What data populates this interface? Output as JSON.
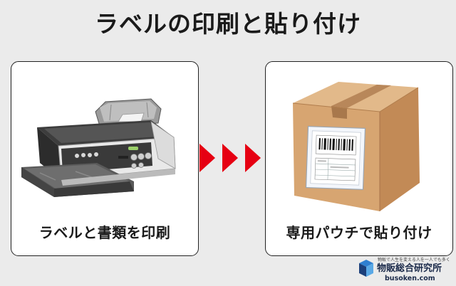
{
  "title": "ラベルの印刷と貼り付け",
  "steps": [
    {
      "caption": "ラベルと書類を印刷",
      "icon": "printer-icon"
    },
    {
      "caption": "専用パウチで貼り付け",
      "icon": "cardboard-box-icon"
    }
  ],
  "arrow_color": "#e60012",
  "logo": {
    "tagline": "物販で人生を変える人を一人でも多く",
    "name": "物販総合研究所",
    "domain": "busoken.com"
  }
}
